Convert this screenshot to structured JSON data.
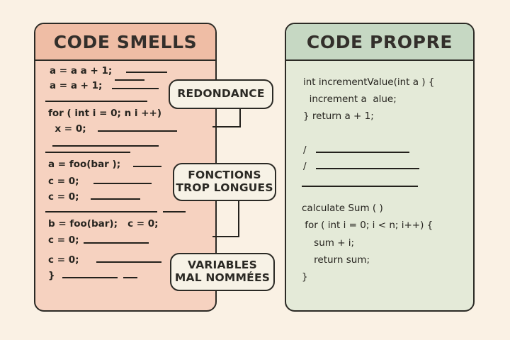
{
  "background_color": "#faf1e4",
  "panels": {
    "smells": {
      "title": "CODE SMELLS",
      "header_color": "#efbda5",
      "body_color": "#f6d2c0",
      "code_lines": [
        "a = a a + 1;",
        "a = a + 1;",
        "for ( int i = 0; n i ++)",
        "  x = 0;",
        "a = foo(bar );",
        "c = 0;",
        "c = 0;",
        "b = foo(bar);   c = 0;",
        "c = 0;",
        "c = 0;",
        "}"
      ]
    },
    "propre": {
      "title": "CODE PROPRE",
      "header_color": "#c6d8c3",
      "body_color": "#e4ead8",
      "code_lines": [
        "int incrementValue(int a ) {",
        "  increment a  alue;",
        "} return a + 1;",
        "/",
        "/",
        "calculate Sum ( )",
        " for ( int i = 0; i < n; i++) {",
        "    sum + i;",
        "    return sum;",
        "}"
      ]
    }
  },
  "callouts": [
    {
      "id": "redondance",
      "line1": "REDONDANCE",
      "line2": ""
    },
    {
      "id": "fonctions",
      "line1": "FONCTIONS",
      "line2": "TROP LONGUES"
    },
    {
      "id": "variables",
      "line1": "VARIABLES",
      "line2": "MAL NOMMÉES"
    }
  ],
  "colors": {
    "ink": "#23211c",
    "callout_bg": "#f7f2e6",
    "border": "#2b2a25"
  }
}
